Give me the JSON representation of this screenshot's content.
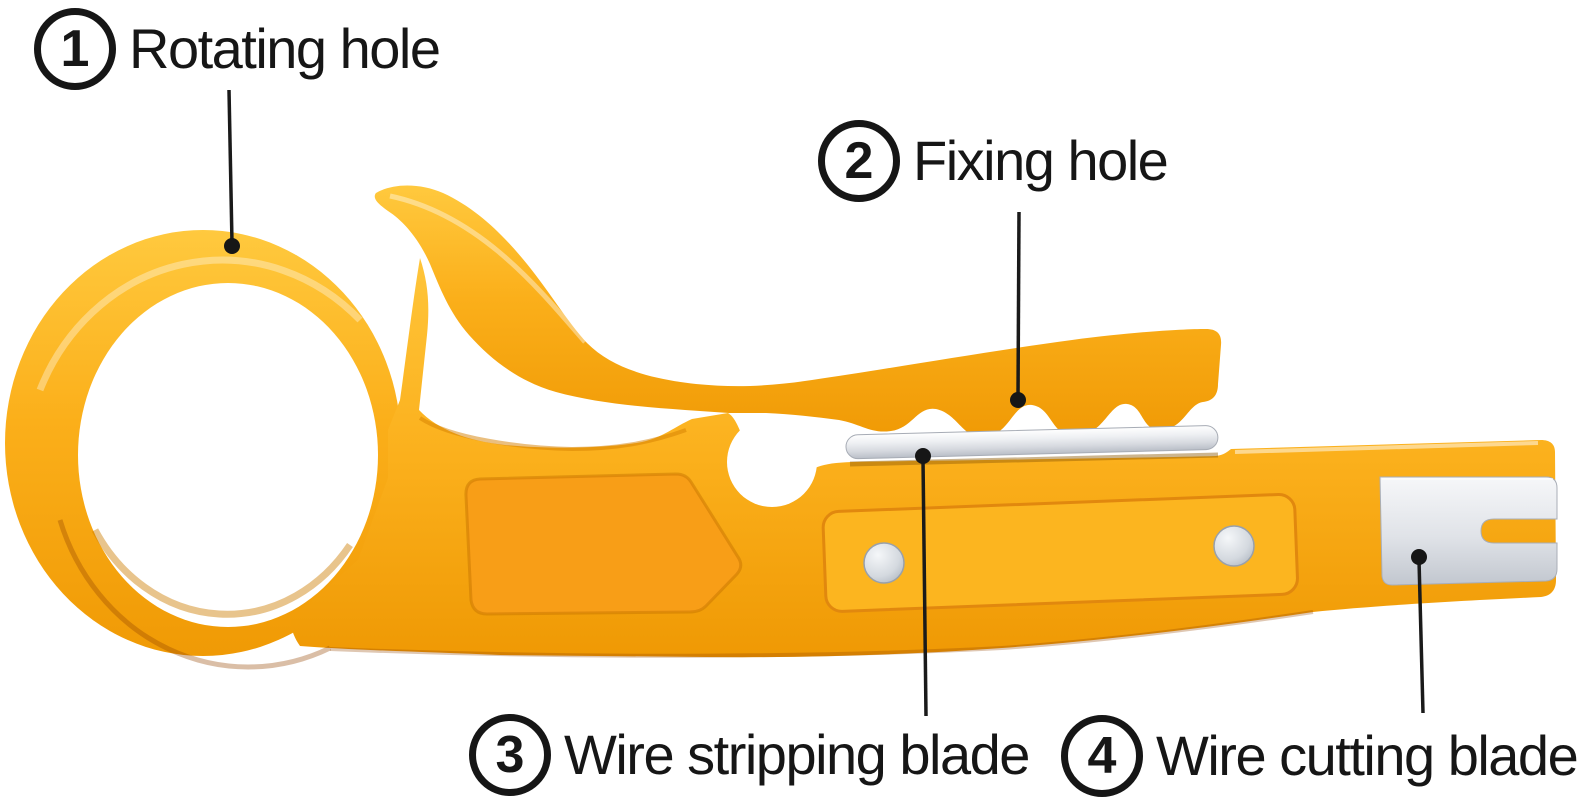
{
  "illustration": {
    "name": "wire-stripper-tool",
    "background": "#ffffff",
    "colors": {
      "body_yellow": "#FBAF1A",
      "body_highlight": "#FFC93E",
      "body_shadow": "#F09A05",
      "recess_orange": "#F89E17",
      "blade_silver": "#DCDFE4",
      "annotation_ink": "#161616"
    }
  },
  "annotations": [
    {
      "number": "1",
      "label": "Rotating hole"
    },
    {
      "number": "2",
      "label": "Fixing hole"
    },
    {
      "number": "3",
      "label": "Wire stripping blade"
    },
    {
      "number": "4",
      "label": "Wire cutting blade"
    }
  ]
}
